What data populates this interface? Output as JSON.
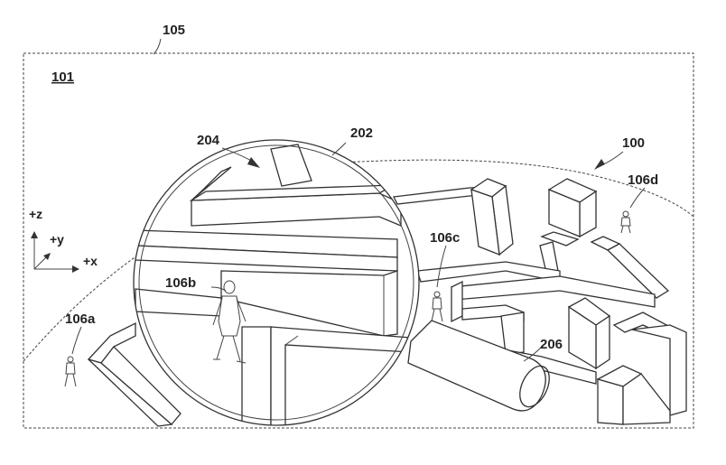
{
  "labels": {
    "ref_105": "105",
    "ref_101": "101",
    "ref_204": "204",
    "ref_202": "202",
    "ref_100": "100",
    "ref_106d": "106d",
    "ref_106c": "106c",
    "ref_106b": "106b",
    "ref_106a": "106a",
    "ref_206": "206"
  },
  "axes": {
    "z": "+z",
    "y": "+y",
    "x": "+x"
  }
}
